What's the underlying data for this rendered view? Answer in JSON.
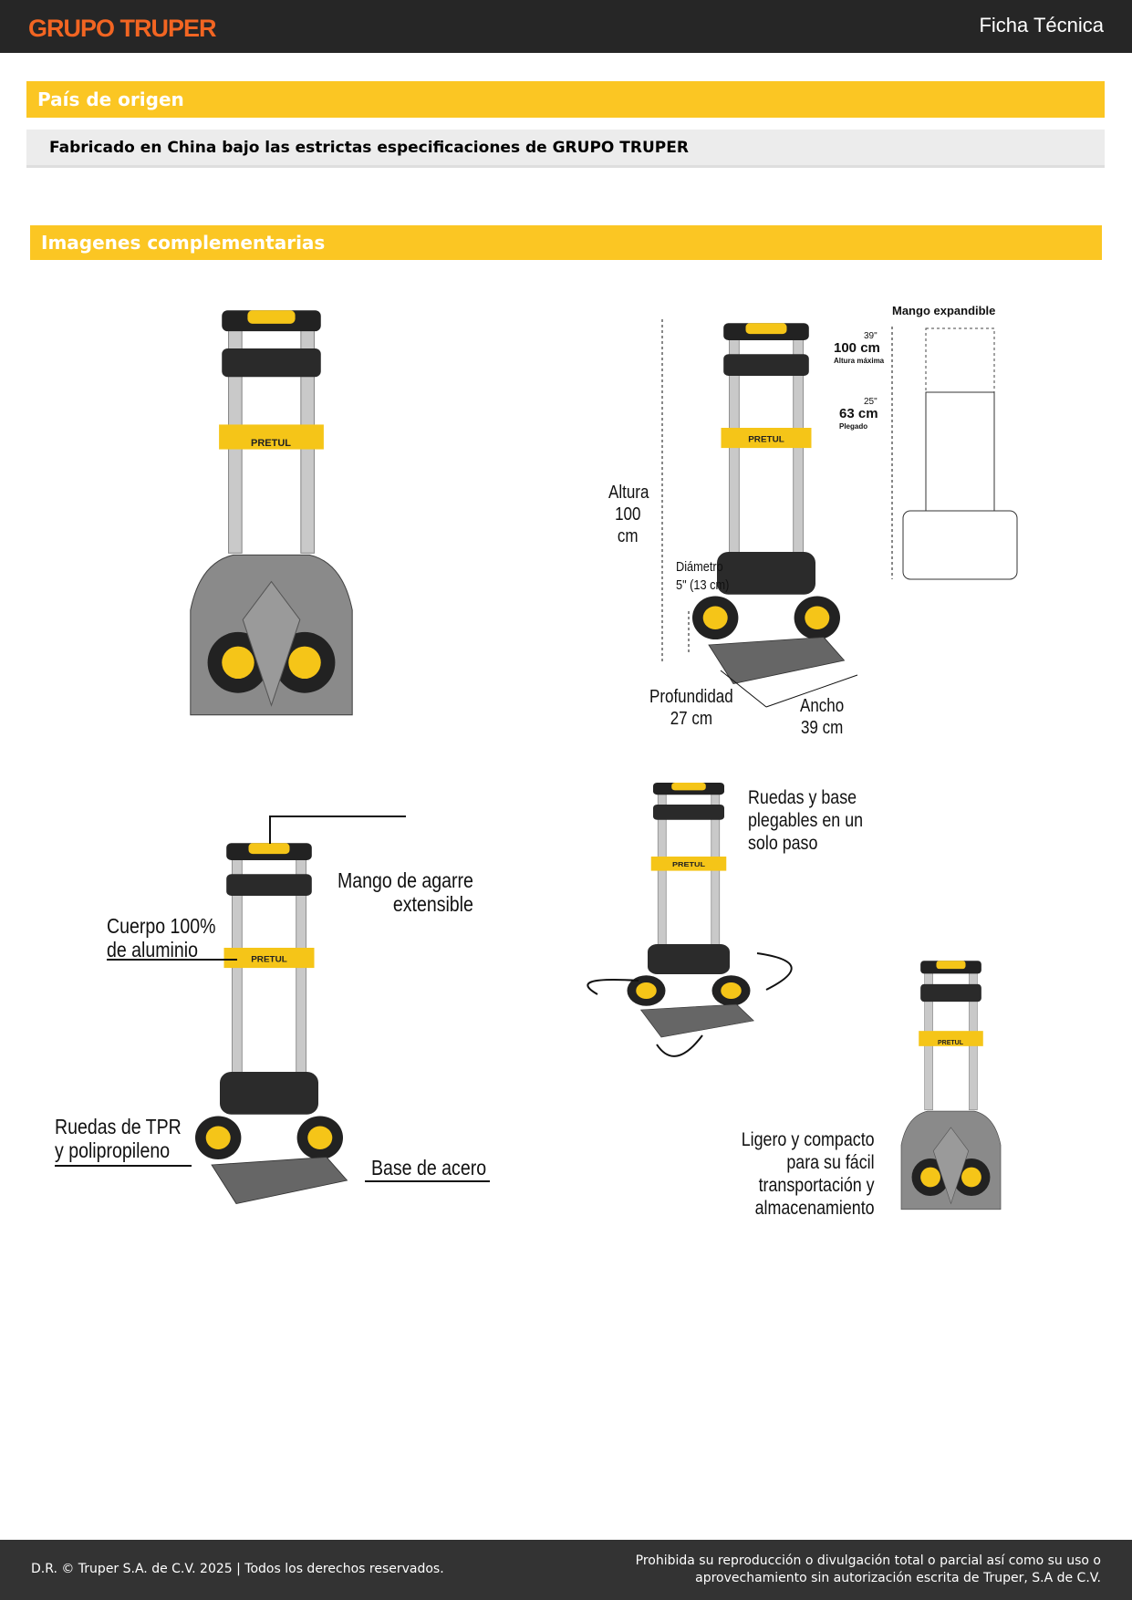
{
  "header": {
    "logo": "GRUPO TRUPER",
    "title": "Ficha Técnica"
  },
  "origin": {
    "heading": "País de origen",
    "text": "Fabricado en China bajo las estrictas especificaciones de GRUPO TRUPER"
  },
  "images": {
    "heading": "Imagenes complementarias",
    "dims": {
      "mango": "Mango expandible",
      "in_max": "39\"",
      "cm_max": "100 cm",
      "max_label": "Altura máxima",
      "in_fold": "25\"",
      "cm_fold": "63 cm",
      "fold_label": "Plegado",
      "altura": "Altura",
      "altura_val": "100 cm",
      "diametro": "Diámetro",
      "diametro_val": "5\" (13 cm)",
      "profundidad": "Profundidad",
      "profundidad_val": "27 cm",
      "ancho": "Ancho",
      "ancho_val": "39 cm"
    },
    "brand": "PRETUL",
    "features": {
      "mango": "Mango de agarre",
      "mango2": "extensible",
      "cuerpo": "Cuerpo 100%",
      "cuerpo2": "de aluminio",
      "ruedas": "Ruedas de TPR",
      "ruedas2": "y polipropileno",
      "base": "Base de acero",
      "plegables": "Ruedas y base",
      "plegables2": "plegables en un",
      "plegables3": "solo paso",
      "ligero": "Ligero y compacto",
      "ligero2": "para su fácil",
      "ligero3": "transportación y",
      "ligero4": "almacenamiento"
    }
  },
  "footer": {
    "left": "D.R. © Truper S.A. de C.V. 2025 | Todos los derechos reservados.",
    "right1": "Prohibida su reproducción o divulgación total o parcial así como su uso o",
    "right2": "aprovechamiento sin autorización escrita de Truper, S.A de C.V."
  },
  "colors": {
    "accent": "#fbc623",
    "brand": "#f26522",
    "dark": "#262626"
  }
}
